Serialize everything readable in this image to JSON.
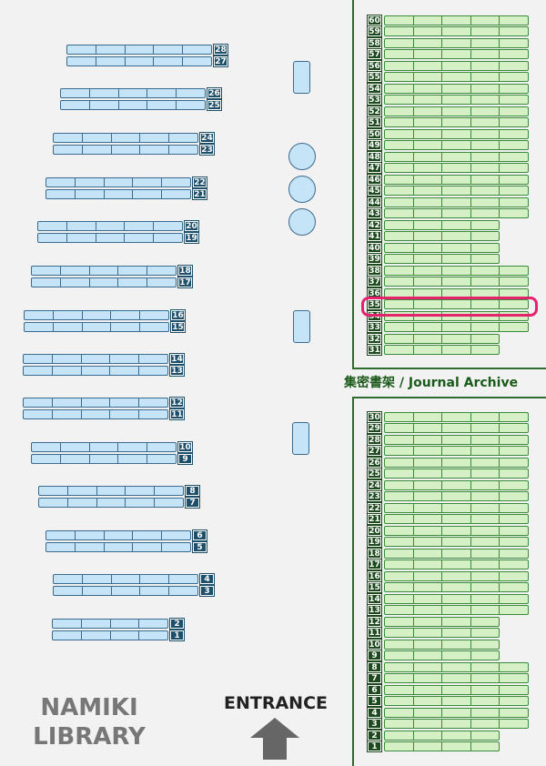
{
  "library_name": [
    "NAMIKI",
    "LIBRARY"
  ],
  "entrance_label": "ENTRANCE",
  "archive_label": "集密書架 / Journal Archive",
  "highlighted_shelf": "35",
  "colors": {
    "general_shelf": "#c6e4f8",
    "archive_shelf": "#d4f0c4",
    "highlight": "#e6226f",
    "wall": "#2f6b2f"
  },
  "general_shelves": [
    "28",
    "27",
    "26",
    "25",
    "24",
    "23",
    "22",
    "21",
    "20",
    "19",
    "18",
    "17",
    "16",
    "15",
    "14",
    "13",
    "12",
    "11",
    "10",
    "9",
    "8",
    "7",
    "6",
    "5",
    "4",
    "3",
    "2",
    "1"
  ],
  "archive_upper": [
    "60",
    "59",
    "58",
    "57",
    "56",
    "55",
    "54",
    "53",
    "52",
    "51",
    "50",
    "49",
    "48",
    "47",
    "46",
    "45",
    "44",
    "43",
    "42",
    "41",
    "40",
    "39",
    "38",
    "37",
    "36",
    "35",
    "34",
    "33",
    "32",
    "31"
  ],
  "archive_lower": [
    "30",
    "29",
    "28",
    "27",
    "26",
    "25",
    "24",
    "23",
    "22",
    "21",
    "20",
    "19",
    "18",
    "17",
    "16",
    "15",
    "14",
    "13",
    "12",
    "11",
    "10",
    "9",
    "8",
    "7",
    "6",
    "5",
    "4",
    "3",
    "2",
    "1"
  ],
  "furniture": [
    "table",
    "round-table",
    "round-table",
    "round-table",
    "table",
    "table"
  ],
  "entrance_arrow_icon": "up-arrow-icon"
}
